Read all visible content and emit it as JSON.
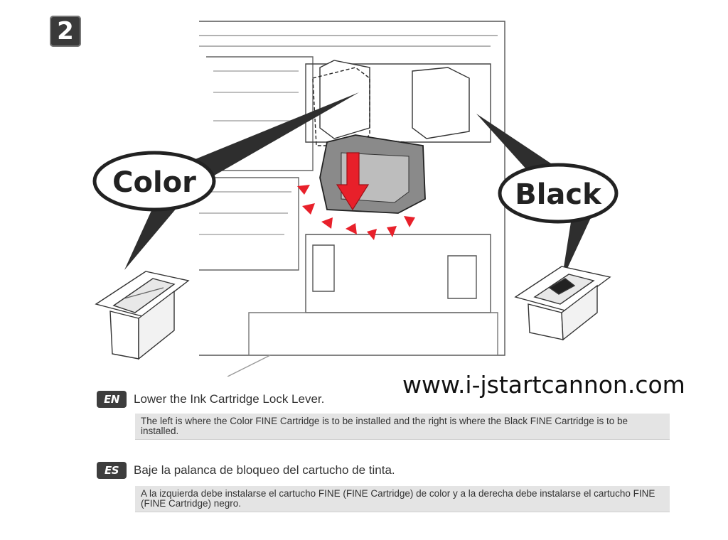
{
  "step": {
    "number": "2"
  },
  "callouts": {
    "left": "Color",
    "right": "Black"
  },
  "watermark": "www.i-jstartcannon.com",
  "instructions": [
    {
      "lang": "EN",
      "title": "Lower the Ink Cartridge Lock Lever.",
      "note": "The left is where the Color FINE Cartridge is to be installed and the right is where the Black FINE Cartridge is to be installed."
    },
    {
      "lang": "ES",
      "title": "Baje la palanca de bloqueo del cartucho de tinta.",
      "note": "A la izquierda debe instalarse el cartucho FINE (FINE Cartridge) de color y a la derecha debe instalarse el cartucho FINE (FINE Cartridge) negro."
    }
  ],
  "colors": {
    "arrow": "#e8202a",
    "badge": "#3a3a3a",
    "note_bg": "#e4e4e4"
  },
  "icons": {
    "lever": "lock-lever-illustration",
    "arrow": "down-arrow-icon"
  }
}
